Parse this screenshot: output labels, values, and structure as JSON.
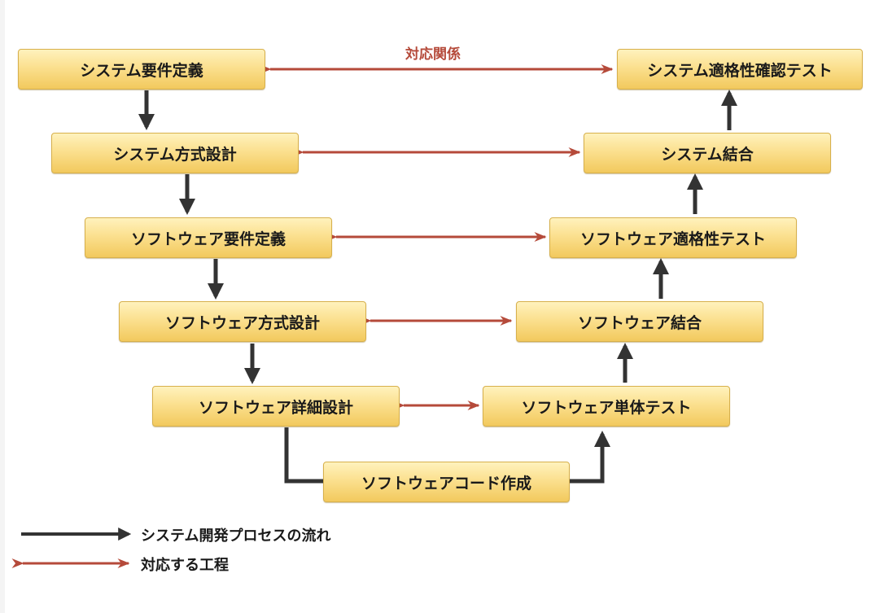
{
  "diagram": {
    "relation_caption": "対応関係",
    "left_branch": [
      "システム要件定義",
      "システム方式設計",
      "ソフトウェア要件定義",
      "ソフトウェア方式設計",
      "ソフトウェア詳細設計"
    ],
    "bottom": "ソフトウェアコード作成",
    "right_branch": [
      "システム適格性確認テスト",
      "システム結合",
      "ソフトウェア適格性テスト",
      "ソフトウェア結合",
      "ソフトウェア単体テスト"
    ],
    "legend": {
      "flow_label": "システム開発プロセスの流れ",
      "correspondence_label": "対応する工程"
    },
    "colors": {
      "flow_arrow": "#333333",
      "correspondence_arrow": "#b54a3a",
      "box_border": "#d7b04c"
    }
  }
}
